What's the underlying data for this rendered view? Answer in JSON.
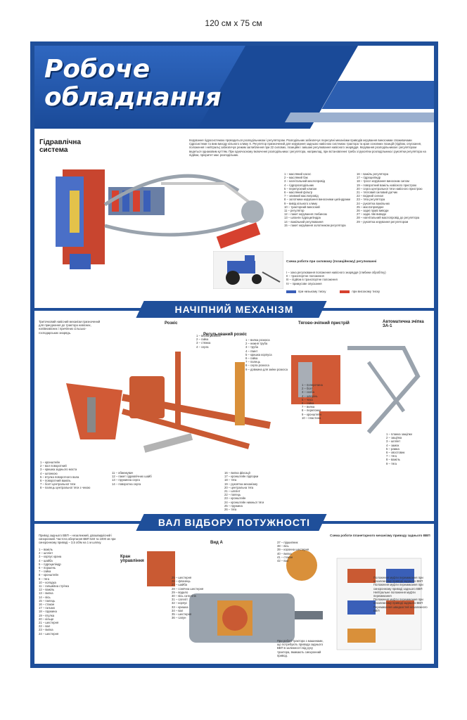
{
  "size_label": "120 см х 75 см",
  "title_line1": "Робоче",
  "title_line2": "обладнання",
  "hydro": {
    "title": "Гідравлічна система",
    "intro": "Керування гідросистемою проводиться розподільником і регулятором. Розподільник забезпечує пересувні механізми приводів керування виносними споживачами гідросистеми та вим виходу кільного хлиму X. Регулятор призначений для керування задньою навісною системою трактора та кран основних позицій (підйом, опускання, положення і нейтраль) забезпечує режим заглиблення при 22 силових, позиційні і змішані регулювання навісного знаряддя. Керування розподільником і регулятором ведеться однаковим куттям. При одночасному включенні розподільника і регулятора, наприклад, при встановленні треба зі рукоятки розподільника і рукоятки регулятора на підйом, пріоритет має розподільник.",
    "parts": [
      "1 – масляний насос",
      "2 – масляний бак",
      "3 – нагнітальний маслопровід",
      "4 – гідророзподільник",
      "5 – перепускний клапан",
      "6 – масляний фільтр",
      "7 – зливний маслопровід",
      "8 – золотники керування виносними циліндрами",
      "9 – вивід кільного хлиму",
      "10 – тракторний виносний",
      "11 – регулятор",
      "12 – пакет керування глибиною",
      "13 – шланги гідроциліндра",
      "14 – важільний регулювання",
      "15 – пакет керування золотником регулятора",
      "16 – важіль регулятора",
      "17 – гідроциліндр",
      "18 – тросл керування виносним силом",
      "19 – поворотний важіль навісного пристрою",
      "20 – серга центральної тяги навісного пристрою",
      "21 – тягловий силовий датчик",
      "22 – вхідний сигнал",
      "23 – тяга регулятора",
      "24 – рукоятка важільних",
      "25 – маслопровідне",
      "26 – задні праві виводи",
      "27 – задні ліві виводи",
      "28 – нагнітальний маслопровід до регулятора",
      "29 – рукоятка керування регулятором"
    ],
    "scheme_title": "Схема роботи при силовому (позиційному) регулюванні",
    "scheme_items": [
      "I – зона регулювання положення навісного знаряддя (глибини обробітку)",
      "II – транспортне положення",
      "III – підйом в транспортне положення",
      "IV – примусове опускання"
    ],
    "legend_low": "при низькому тиску",
    "legend_high": "при високому тиску",
    "color_low": "#3a5fb8",
    "color_high": "#d6412f"
  },
  "hitch": {
    "band": "НАЧІПНИЙ МЕХАНІЗМ",
    "intro": "Триточковий навісний механізм призначений для приєднання до трактора навісних, напівнавісних і причіпних сільсько-господарських знарядь.",
    "label_rozkis": "Розкіс",
    "label_reg_rozkis": "Регульований розкіс",
    "label_tyagovo": "Тягово-зчіпний пристрій",
    "label_avtozch": "Автоматична зчіпка ЗА-1",
    "rozkis_parts": [
      "1 – вилка розкоса",
      "2 – гайка",
      "3 – стяжка",
      "4 – серга"
    ],
    "reg_parts": [
      "1 – вилка розкоса",
      "2 – нижня труба",
      "3 – труба",
      "4 – гвинт",
      "5 – кришка корпуса",
      "6 – гайка",
      "7 – палець",
      "8 – серга розкоса",
      "9 – довжина для зміни розкоса"
    ],
    "left_parts": [
      "1 – кронштейн",
      "2 – вал поворотний",
      "3 – кришка заднього моста",
      "4 – шпонкою",
      "5 – втулка поворотного вала",
      "6 – поворотний важіль",
      "7 – болт центральної тяги",
      "8 – палець центральної тяги з чекою"
    ],
    "mid_parts": [
      "11 – обмежувач",
      "12 – пакет гідравлічних шайб",
      "13 – пружинна серга",
      "14 – поворотна серга"
    ],
    "right_parts": [
      "16 – вилка фіксації",
      "17 – кронштейн підпорки",
      "18 – тяга",
      "19 – рукоятка механізму",
      "20 – центральна тяга",
      "21 – шплінт",
      "22 – палець",
      "23 – кронштейн",
      "24 – кронштейн нижньої тяги",
      "25 – пружина",
      "26 – тяга"
    ],
    "tyag_parts": [
      "1 – поперечина",
      "2 – болт",
      "3 – скоба",
      "4 – шворінь",
      "5 – чека",
      "6 – гайка",
      "7 – вилка",
      "8 – перепонки",
      "9 – кронштейн",
      "10 – пластина"
    ],
    "avto_parts": [
      "1 – планка защіпки",
      "2 – защіпка",
      "3 – шплінт",
      "4 – замок",
      "5 – рамка",
      "6 – хвостовик",
      "7 – тяга",
      "8 – важіль",
      "9 – тяга"
    ]
  },
  "pto": {
    "band": "ВАЛ ВІДБОРУ ПОТУЖНОСТІ",
    "intro": "Привод заднього ВВП – незалежний, двошвидкісний і синхронний. Частота обертання ВВП 540 та 1000 хв при синхронному приводі – 3,5 об/м на 1 м шляху.",
    "label_kran": "Кран управління",
    "label_vyd": "Вид А",
    "scheme_title": "Схема роботи планетарного механізму приводу заднього ВВП",
    "left_parts": [
      "1 – важіль",
      "2 – шплінт",
      "3 – корпус крана",
      "4 – шайба",
      "5 – гідроциліндр",
      "6 – поршень",
      "7 – гайка",
      "8 – кронштейн",
      "9 – тяга",
      "10 – колодка",
      "11 – гальмівна стрічка",
      "12 – важіль",
      "13 – вилка",
      "14 – вісь",
      "15 – палець",
      "16 – стакан",
      "17 – гальмо",
      "18 – пружина",
      "19 – втулка",
      "20 – кільце",
      "21 – шестерня",
      "22 – вал",
      "23 – вилка",
      "24 – шестерня"
    ],
    "mid_parts": [
      "25 – шестерня",
      "26 – фланець",
      "27 – шайба",
      "28 – сонячна шестерня",
      "29 – водило",
      "30 – вісь сателітів",
      "31 – сателіт",
      "32 – корпус",
      "33 – кришка",
      "34 – вал",
      "35 – шестерня",
      "36 – сапун"
    ],
    "right_parts": [
      "37 – підшипник",
      "38 – вісь",
      "39 – коронна шестерня",
      "40 – вилка",
      "41 – стакан",
      "42 – вал"
    ],
    "footer_note": "При роботі трактора з машинами, що потребують привода заднього ВВП в залежності від руху трактора, вмикають синхронний привод.",
    "scheme_notes": [
      "Положення муфти перемикання при незалежному приводі заднього ВВП",
      "Положення муфти перемикання при синхронному приводі заднього ВВП",
      "Нейтральне положення муфти перемикання",
      "Положення муфти перемикання при незалежному приводі заднього ВВП",
      "Перемикання швидкостей незалежного ВВП"
    ]
  }
}
